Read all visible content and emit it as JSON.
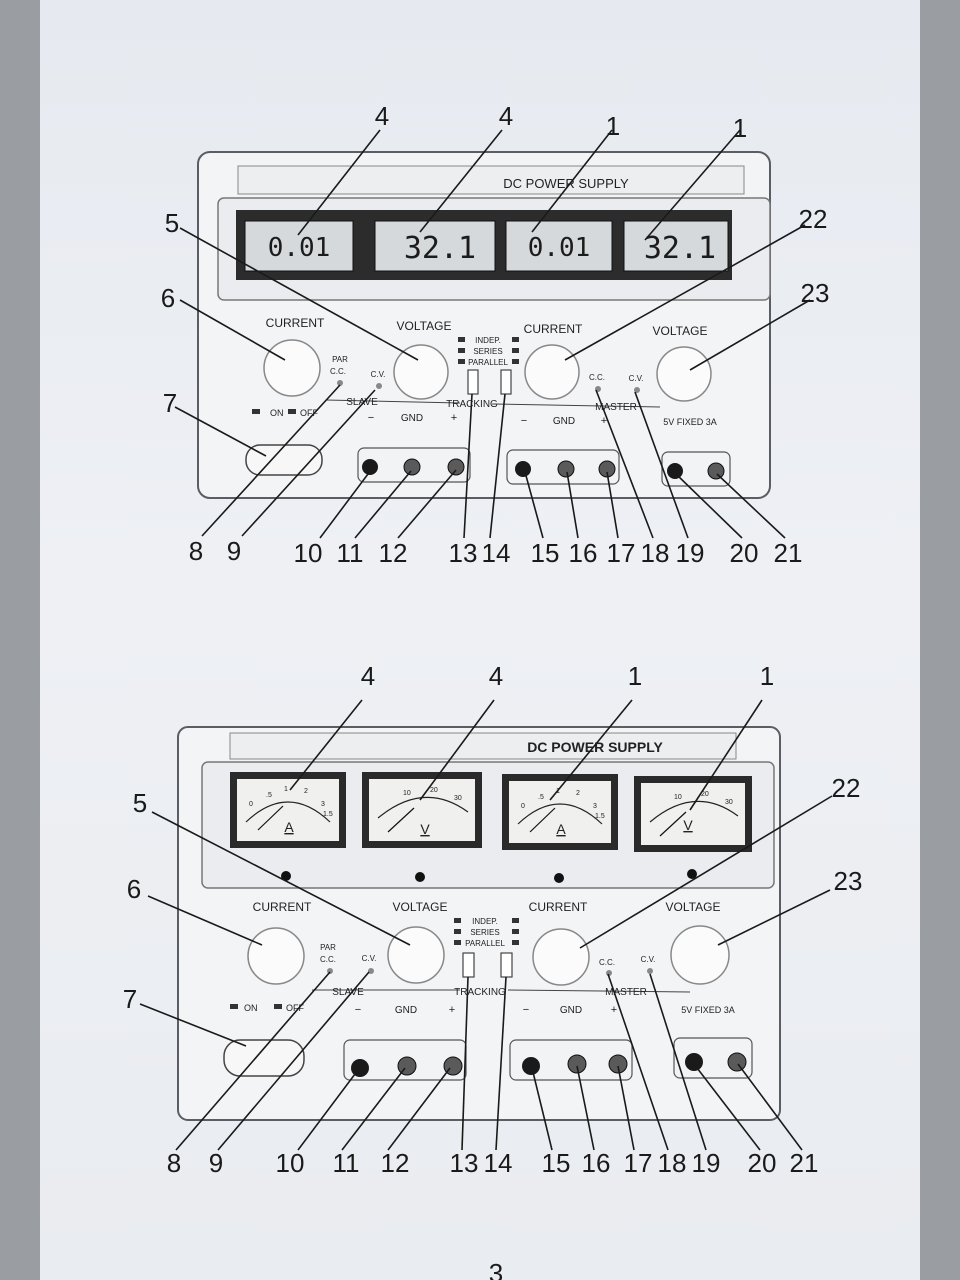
{
  "page_number": "3",
  "callout_numbers": [
    "1",
    "4",
    "5",
    "6",
    "7",
    "8",
    "9",
    "10",
    "11",
    "12",
    "13",
    "14",
    "15",
    "16",
    "17",
    "18",
    "19",
    "20",
    "21",
    "22",
    "23"
  ],
  "digital_unit": {
    "title": "DC POWER SUPPLY",
    "displays": [
      "0.01",
      "32.1",
      "0.01",
      "32.1"
    ],
    "labels": {
      "current": "CURRENT",
      "voltage": "VOLTAGE",
      "par": "PAR",
      "cc": "C.C.",
      "cv": "C.V.",
      "indep": "INDEP.",
      "series": "SERIES",
      "parallel": "PARALLEL",
      "on": "ON",
      "off": "OFF",
      "slave": "SLAVE",
      "tracking": "TRACKING",
      "master": "MASTER",
      "minus": "−",
      "gnd": "GND",
      "plus": "+",
      "fixed": "5V FIXED 3A"
    }
  },
  "analog_unit": {
    "title": "DC POWER SUPPLY",
    "meters": [
      {
        "unit": "A",
        "scale": [
          "0",
          ".5",
          "1",
          "2",
          "3",
          "1.5"
        ]
      },
      {
        "unit": "V",
        "scale": [
          "10",
          "20",
          "30"
        ]
      },
      {
        "unit": "A",
        "scale": [
          "0",
          ".5",
          "1",
          "2",
          "3",
          "1.5"
        ]
      },
      {
        "unit": "V",
        "scale": [
          "10",
          "20",
          "30"
        ]
      }
    ],
    "labels": {
      "current": "CURRENT",
      "voltage": "VOLTAGE",
      "par": "PAR",
      "cc": "C.C.",
      "cv": "C.V.",
      "indep": "INDEP.",
      "series": "SERIES",
      "parallel": "PARALLEL",
      "on": "ON",
      "off": "OFF",
      "slave": "SLAVE",
      "tracking": "TRACKING",
      "master": "MASTER",
      "minus": "−",
      "gnd": "GND",
      "plus": "+",
      "fixed": "5V FIXED 3A"
    }
  },
  "colors": {
    "paper": "#eceff3",
    "ink": "#1a1a1a",
    "panel": "#f2f3f5",
    "lcd_window": "#d6d9dc",
    "display_band": "#2c2c2c",
    "meter_face": "#f0f0ee"
  }
}
